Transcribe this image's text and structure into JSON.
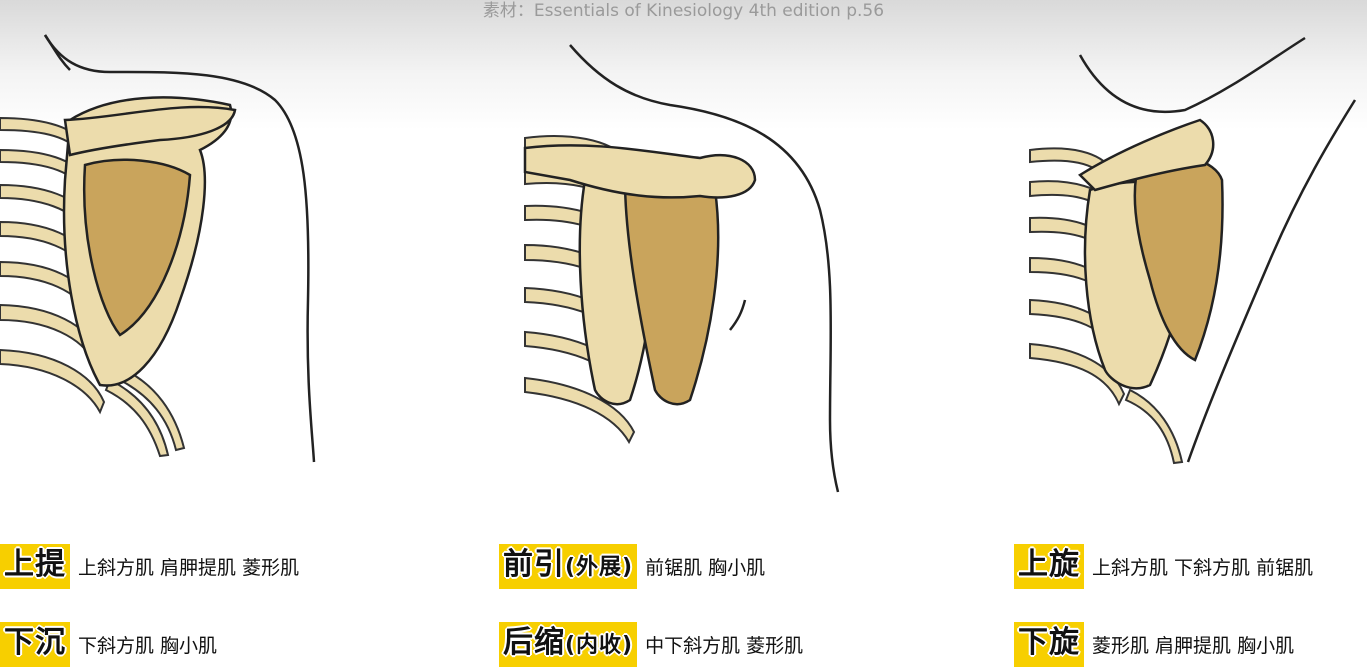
{
  "source": "素材：Essentials of Kinesiology 4th edition p.56",
  "panels": [
    {
      "movements": [
        {
          "label": "上提",
          "sub": "",
          "muscles": "上斜方肌 肩胛提肌 菱形肌"
        },
        {
          "label": "下沉",
          "sub": "",
          "muscles": "下斜方肌 胸小肌"
        }
      ]
    },
    {
      "movements": [
        {
          "label": "前引",
          "sub": "(外展)",
          "muscles": "前锯肌 胸小肌"
        },
        {
          "label": "后缩",
          "sub": "(内收)",
          "muscles": "中下斜方肌 菱形肌"
        }
      ]
    },
    {
      "movements": [
        {
          "label": "上旋",
          "sub": "",
          "muscles": "上斜方肌 下斜方肌 前锯肌"
        },
        {
          "label": "下旋",
          "sub": "",
          "muscles": "菱形肌 肩胛提肌 胸小肌"
        }
      ]
    }
  ],
  "colors": {
    "bone": "#ecdcac",
    "scapula": "#c9a45c",
    "outline": "#1a1a1a",
    "highlight": "#f7cf00"
  }
}
